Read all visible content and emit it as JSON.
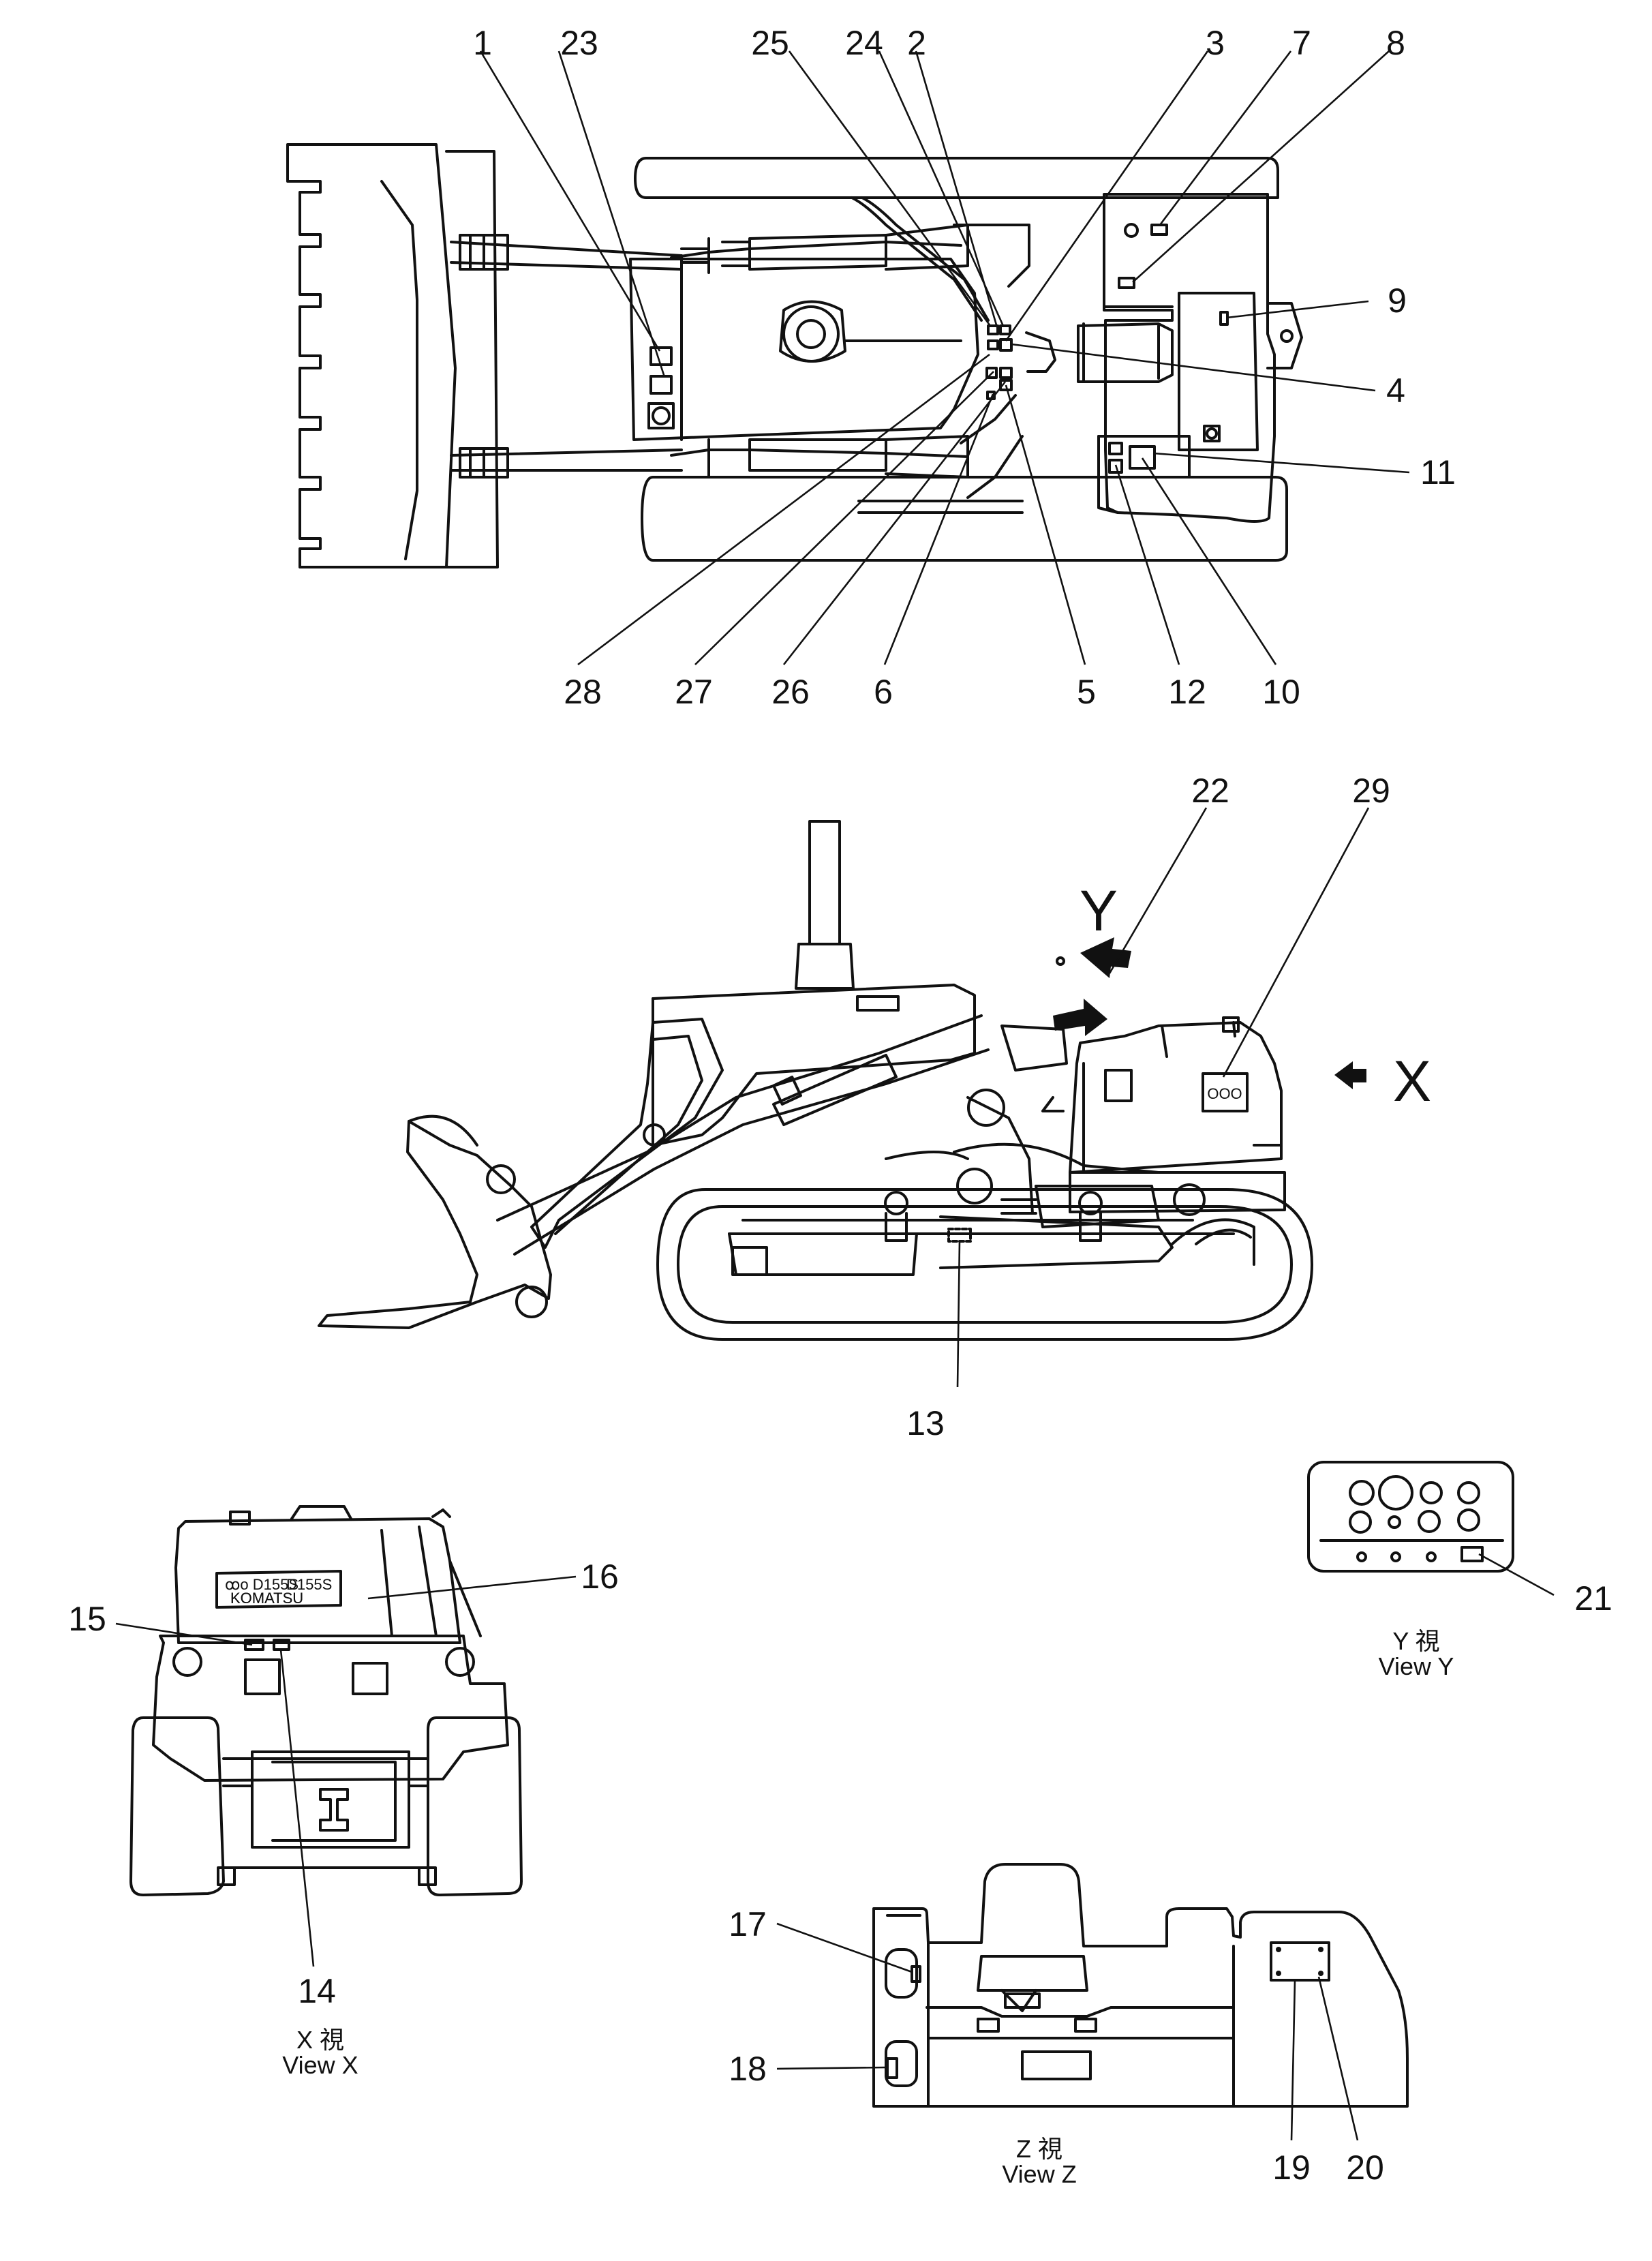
{
  "callouts": {
    "c1": "1",
    "c2": "2",
    "c3": "3",
    "c4": "4",
    "c5": "5",
    "c6": "6",
    "c7": "7",
    "c8": "8",
    "c9": "9",
    "c10": "10",
    "c11": "11",
    "c12": "12",
    "c13": "13",
    "c14": "14",
    "c15": "15",
    "c16": "16",
    "c17": "17",
    "c18": "18",
    "c19": "19",
    "c20": "20",
    "c21": "21",
    "c22": "22",
    "c23": "23",
    "c24": "24",
    "c25": "25",
    "c26": "26",
    "c27": "27",
    "c28": "28",
    "c29": "29"
  },
  "view_arrows": {
    "y": "Y",
    "x": "X"
  },
  "captions": {
    "view_x_kanji": "X   視",
    "view_x": "View  X",
    "view_y_kanji": "Y   視",
    "view_y": "View  Y",
    "view_z_kanji": "Z   視",
    "view_z": "View  Z"
  },
  "nameplate": {
    "model": "D155S",
    "brand": "KOMATSU"
  }
}
